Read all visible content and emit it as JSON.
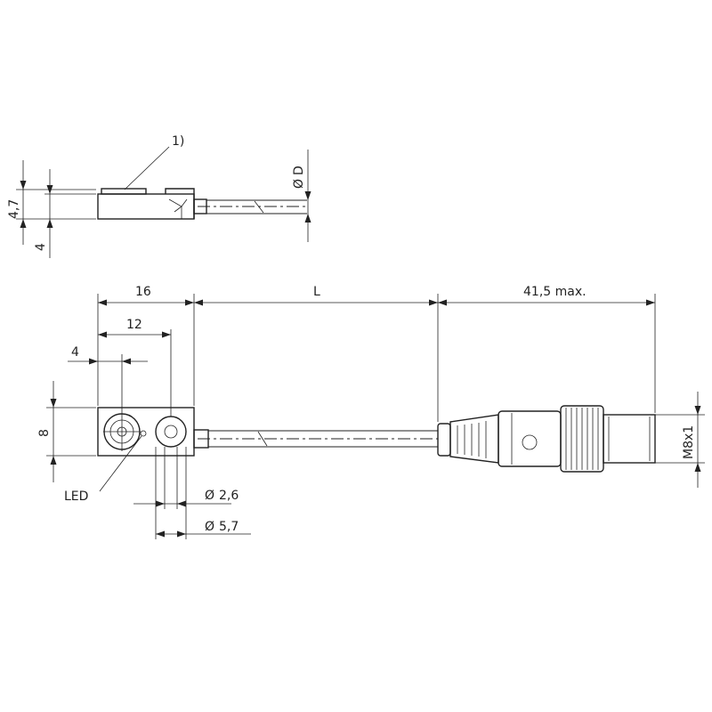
{
  "drawing": {
    "labels": {
      "note_ref": "1)",
      "dim_height_total": "4,7",
      "dim_height_body": "4",
      "dim_cable_diameter": "D",
      "dim_length_16": "16",
      "dim_length_12": "12",
      "dim_length_4": "4",
      "dim_cable_length": "L",
      "dim_connector_length": "41,5 max.",
      "dim_width_8": "8",
      "dim_hole_small": "2,6",
      "dim_hole_large": "5,7",
      "dim_thread": "M8x1",
      "led_label": "LED"
    },
    "diameter_symbol": "Ø"
  }
}
